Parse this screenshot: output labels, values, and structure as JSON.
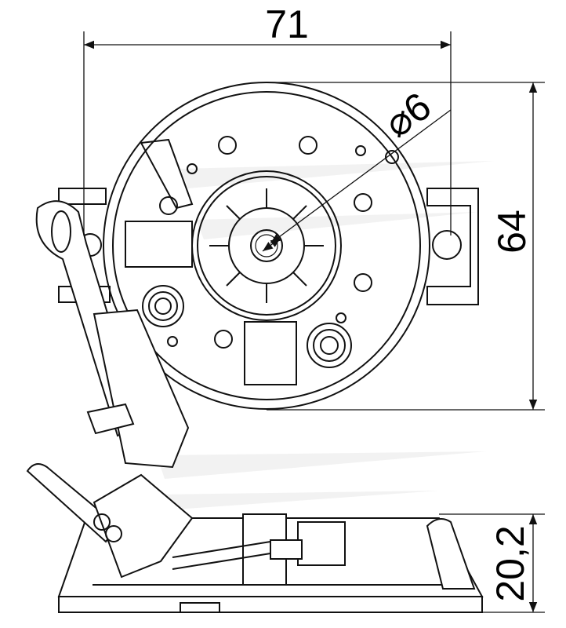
{
  "drawing": {
    "dimensions": {
      "width": "71",
      "height": "64",
      "bore_diameter": "⌀6",
      "side_height": "20,2"
    },
    "colors": {
      "line": "#111111",
      "background": "#ffffff"
    }
  }
}
